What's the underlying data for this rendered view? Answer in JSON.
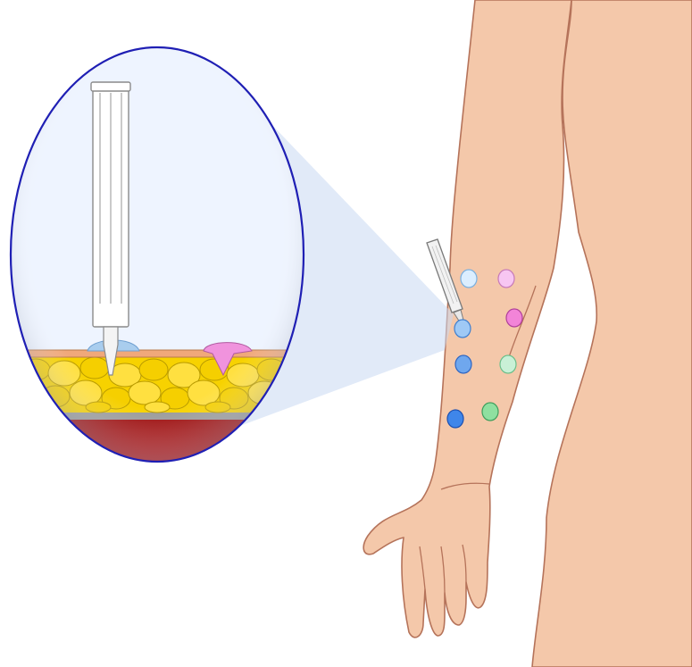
{
  "colors": {
    "background": "#ffffff",
    "skin": "#f4c8aa",
    "skin_outline": "#b5735a",
    "magnifier_border": "#1f1fb4",
    "magnifier_bg": "#eef4ff",
    "projection_cone": "#c9d9f2",
    "fat": "#f7d200",
    "fat_outline": "#b89a00",
    "epidermis": "#f0a87a",
    "fascia": "#9a9a9a",
    "muscle": "#b31212",
    "lancet_body": "#ffffff",
    "lancet_outline": "#8a8a8a"
  },
  "test_spots": [
    {
      "color": "#dbeeff",
      "outline": "#7ab0df",
      "row": 1,
      "side": "near"
    },
    {
      "color": "#f7c6f2",
      "outline": "#c77ab8",
      "row": 1,
      "side": "far"
    },
    {
      "color": "#f284d8",
      "outline": "#b0409a",
      "row": 2,
      "side": "far"
    },
    {
      "color": "#9fc9f5",
      "outline": "#3f7fcf",
      "row": 2,
      "side": "near"
    },
    {
      "color": "#6fa7ee",
      "outline": "#2f66c2",
      "row": 3,
      "side": "near"
    },
    {
      "color": "#c9f0d6",
      "outline": "#6cbf8a",
      "row": 3,
      "side": "far"
    },
    {
      "color": "#3f86ea",
      "outline": "#1d50b0",
      "row": 4,
      "side": "near"
    },
    {
      "color": "#8fe0a0",
      "outline": "#3f9e5c",
      "row": 4,
      "side": "far"
    }
  ],
  "magnified_blebs": [
    {
      "color": "#a9cdee",
      "label_icon": "allergen-bleb-blue-icon"
    },
    {
      "color": "#f093dd",
      "label_icon": "allergen-bleb-pink-icon"
    }
  ],
  "icons": [
    "lancet-icon",
    "magnifier-lens-icon",
    "arm-icon",
    "torso-icon"
  ]
}
